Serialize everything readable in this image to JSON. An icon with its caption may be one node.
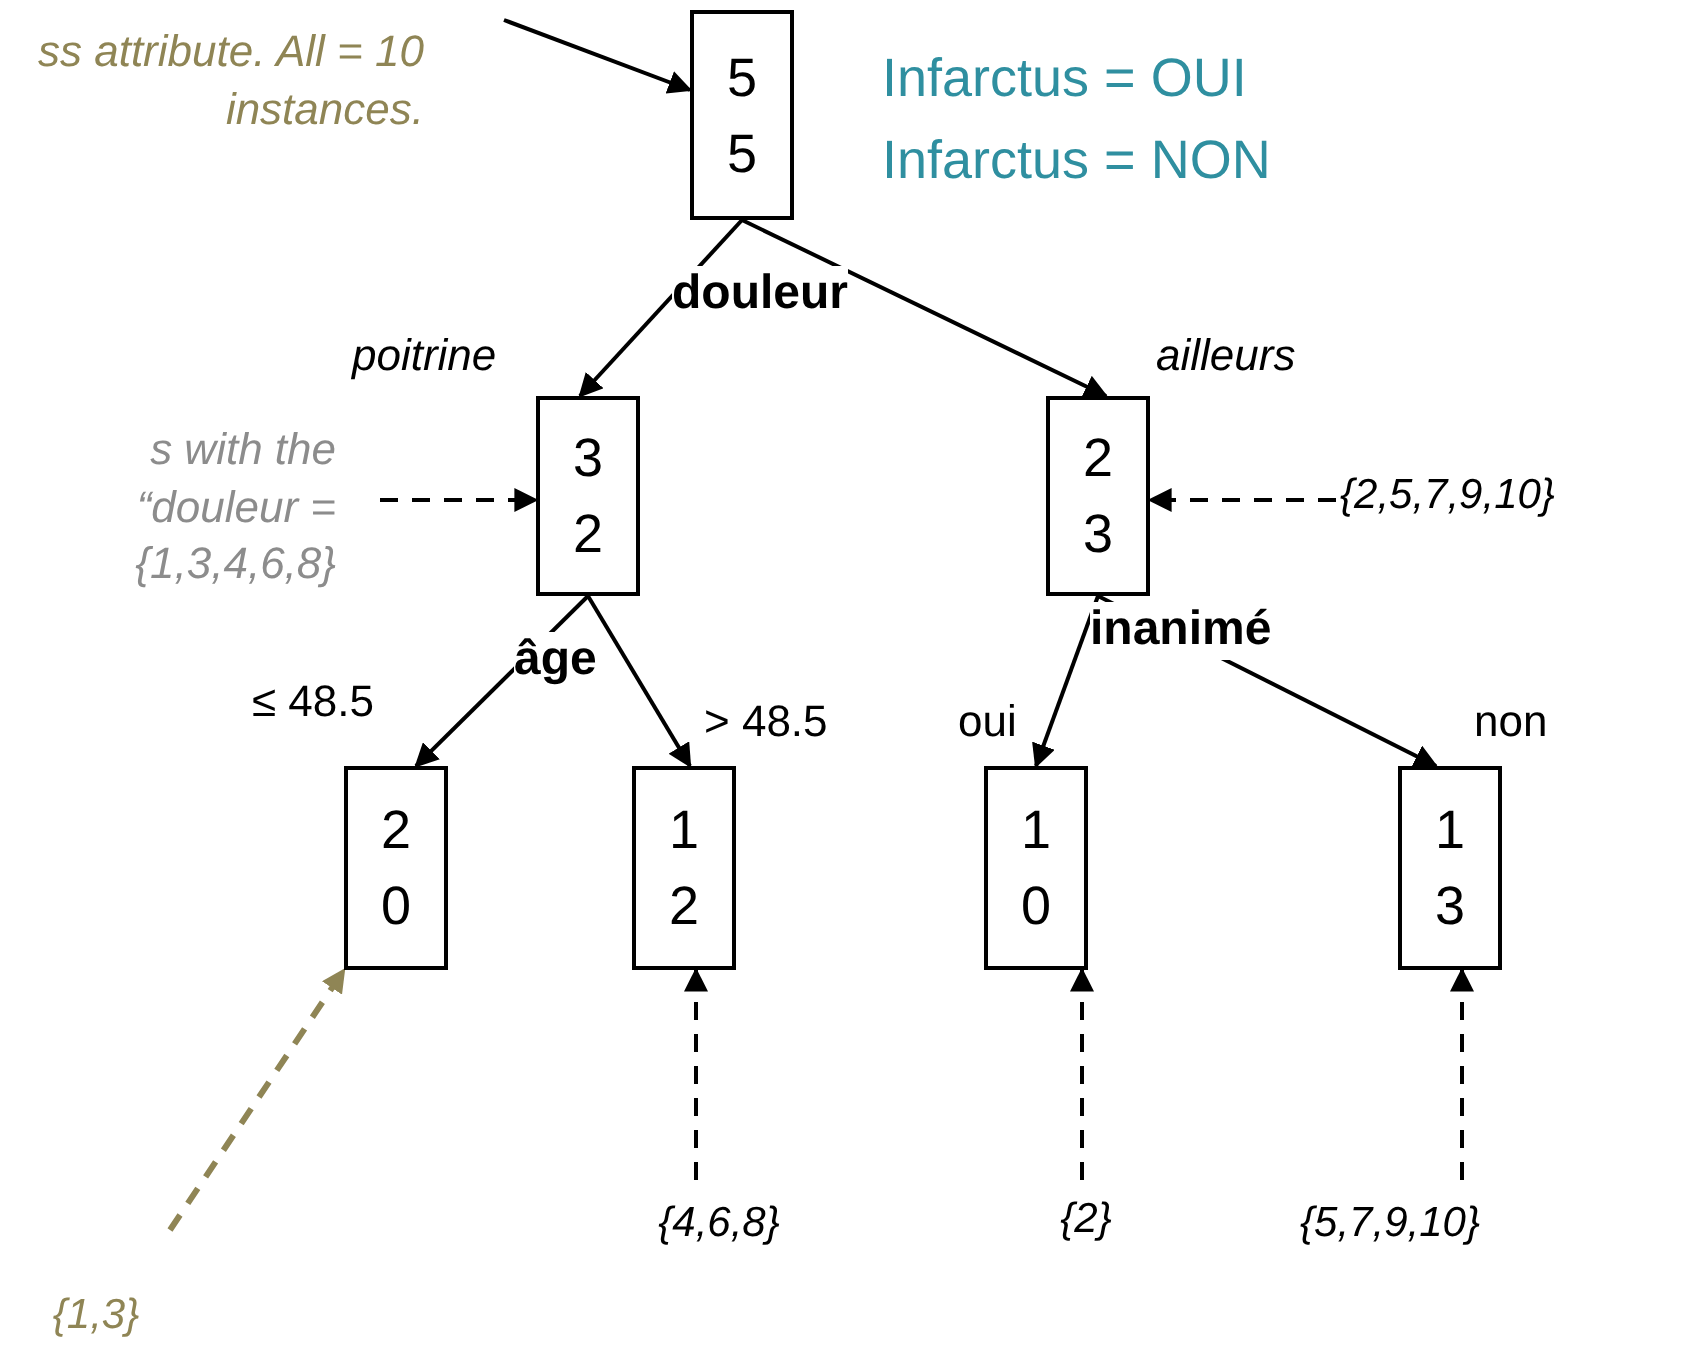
{
  "diagram": {
    "nodes": [
      {
        "text": [
          "5",
          "5"
        ],
        "beside": [
          "Infarctus = OUI",
          "Infarctus = NON",
          "douleur"
        ]
      },
      {
        "text": [
          "ss attribute. All = 10 instances."
        ]
      },
      {
        "text": [
          "3",
          "2"
        ],
        "beside": [
          "âge"
        ]
      },
      {
        "text": [
          "2",
          "3"
        ],
        "beside": [
          "inanimé"
        ]
      },
      {
        "text": [
          "s with the “douleur = {1,3,4,6,8}"
        ]
      },
      {
        "text": [
          "{2,5,7,9,10}"
        ]
      },
      {
        "text": [
          "2",
          "0"
        ]
      },
      {
        "text": [
          "1",
          "2"
        ]
      },
      {
        "text": [
          "1",
          "0"
        ]
      },
      {
        "text": [
          "1",
          "3"
        ]
      },
      {
        "text": [
          "{4,6,8}"
        ]
      },
      {
        "text": [
          "{2}"
        ]
      },
      {
        "text": [
          "{5,7,9,10}"
        ]
      },
      {
        "text": [
          "{1,3}"
        ]
      }
    ],
    "edges": [
      {
        "from": 1,
        "to": 0,
        "arrow": "to"
      },
      {
        "from": 0,
        "to": 2,
        "arrow": "to",
        "label": "poitrine"
      },
      {
        "from": 0,
        "to": 3,
        "arrow": "to",
        "label": "ailleurs"
      },
      {
        "from": 4,
        "to": 2,
        "arrow": "to",
        "style": "dashed"
      },
      {
        "from": 5,
        "to": 3,
        "arrow": "to",
        "style": "dashed"
      },
      {
        "from": 2,
        "to": 6,
        "arrow": "to",
        "label": "≤ 48.5"
      },
      {
        "from": 2,
        "to": 7,
        "arrow": "to",
        "label": "> 48.5"
      },
      {
        "from": 3,
        "to": 8,
        "arrow": "to",
        "label": "oui"
      },
      {
        "from": 3,
        "to": 9,
        "arrow": "to",
        "label": "non"
      },
      {
        "from": 10,
        "to": 7,
        "arrow": "to",
        "style": "dashed"
      },
      {
        "from": 11,
        "to": 8,
        "arrow": "to",
        "style": "dashed"
      },
      {
        "from": 12,
        "to": 9,
        "arrow": "to",
        "style": "dashed"
      },
      {
        "from": 13,
        "to": 6,
        "arrow": "to",
        "style": "dashed",
        "color": "#8f8555"
      }
    ]
  }
}
